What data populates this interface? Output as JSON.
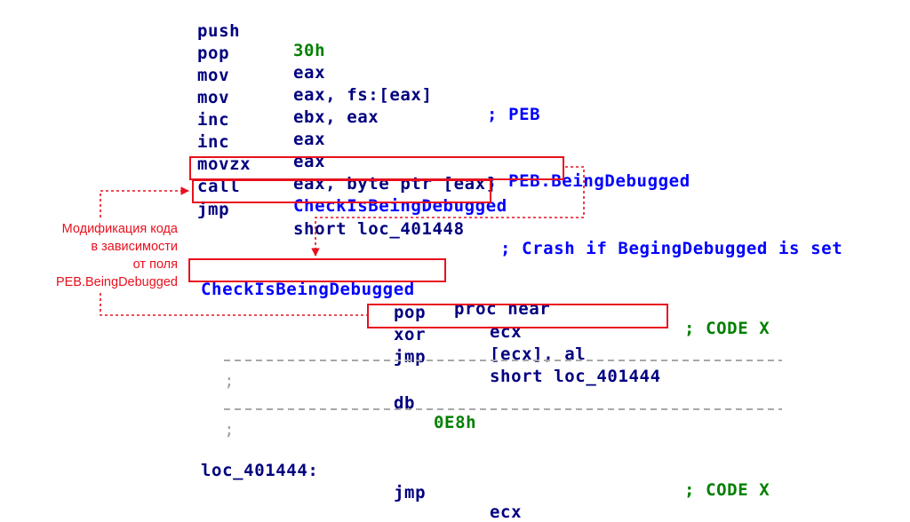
{
  "code": {
    "line1": {
      "mnemonic": "push",
      "operand": "30h"
    },
    "line2": {
      "mnemonic": "pop",
      "operand": "eax"
    },
    "line3": {
      "mnemonic": "mov",
      "operand": "eax, fs:[eax]",
      "comment": "; PEB"
    },
    "line4": {
      "mnemonic": "mov",
      "operand": "ebx, eax"
    },
    "line5": {
      "mnemonic": "inc",
      "operand": "eax"
    },
    "line6": {
      "mnemonic": "inc",
      "operand": "eax",
      "comment": "; PEB.BeingDebugged"
    },
    "line7": {
      "mnemonic": "movzx",
      "operand": "eax, byte ptr [eax]"
    },
    "line8": {
      "mnemonic": "call",
      "operand": "CheckIsBeingDebugged"
    },
    "line9": {
      "mnemonic": "jmp",
      "operand": "short loc_401448",
      "comment": "; Crash if BegingDebugged is set"
    }
  },
  "proc": {
    "name": "CheckIsBeingDebugged",
    "keyword": "proc near",
    "xref": "; CODE X",
    "lines": [
      {
        "mnemonic": "pop",
        "operand": "ecx"
      },
      {
        "mnemonic": "xor",
        "operand": "[ecx], al"
      },
      {
        "mnemonic": "jmp",
        "operand": "short loc_401444"
      }
    ]
  },
  "separator": ";",
  "data_def": {
    "directive": "db",
    "value": "0E8h"
  },
  "label2": {
    "name": "loc_401444:",
    "xref": "; CODE X"
  },
  "last": {
    "mnemonic": "jmp",
    "operand": "ecx"
  },
  "annotation": {
    "lines": [
      "Модификация кода",
      "в зависимости",
      "от поля",
      "PEB.BeingDebugged"
    ]
  },
  "colors": {
    "highlight": "#e8101e",
    "mnemonic": "#00007f",
    "comment": "#0000ff",
    "number": "#008000"
  }
}
